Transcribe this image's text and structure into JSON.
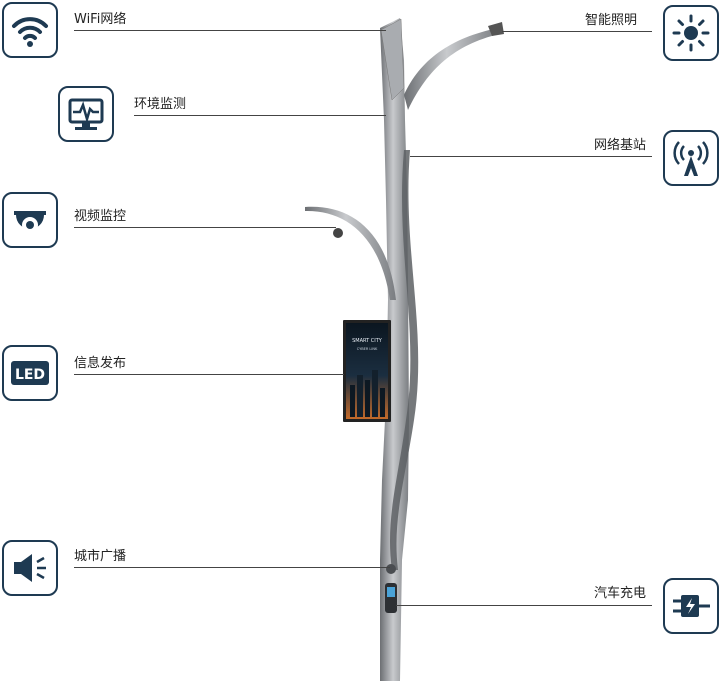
{
  "features": {
    "wifi": {
      "label": "WiFi网络",
      "icon": "wifi-icon"
    },
    "env": {
      "label": "环境监测",
      "icon": "monitor-waveform-icon"
    },
    "cctv": {
      "label": "视频监控",
      "icon": "security-camera-icon"
    },
    "led": {
      "label": "信息发布",
      "icon": "led-text-icon",
      "icon_text": "LED"
    },
    "broadcast": {
      "label": "城市广播",
      "icon": "speaker-icon"
    },
    "lighting": {
      "label": "智能照明",
      "icon": "sun-icon"
    },
    "basestation": {
      "label": "网络基站",
      "icon": "antenna-tower-icon"
    },
    "charging": {
      "label": "汽车充电",
      "icon": "ev-charging-plug-icon"
    }
  },
  "screen": {
    "title": "SMART CITY",
    "subtitle": "CYBER LINK"
  },
  "colors": {
    "icon_border": "#1e3a52",
    "icon_fill": "#1e3a52",
    "pole": "#8f9296",
    "line": "#444444"
  }
}
